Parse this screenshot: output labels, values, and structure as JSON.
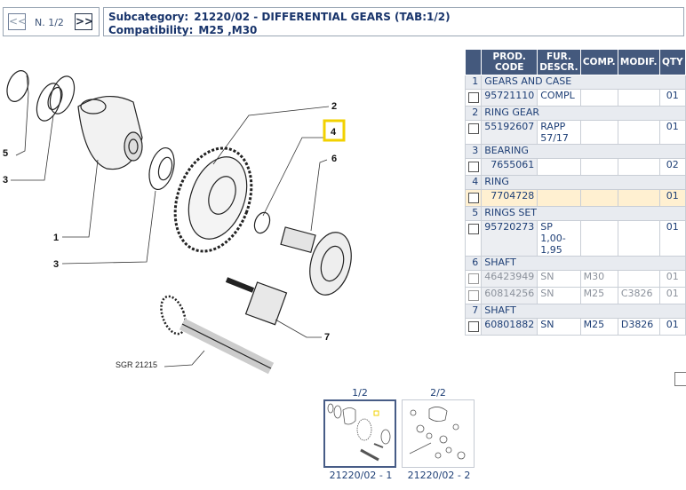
{
  "nav": {
    "prev_label": "<<",
    "next_label": ">>",
    "page_indicator": "N. 1/2"
  },
  "header": {
    "subcategory_label": "Subcategory:",
    "subcategory_value": "21220/02 - DIFFERENTIAL GEARS (TAB:1/2)",
    "compat_label": "Compatibility:",
    "compat_value": "M25 ,M30"
  },
  "diagram": {
    "callouts": [
      "2",
      "4",
      "6",
      "5",
      "3",
      "1",
      "3",
      "7"
    ],
    "caption": "SGR 21215"
  },
  "table": {
    "headers": [
      "PROD. CODE",
      "FUR. DESCR.",
      "COMP.",
      "MODIF.",
      "QTY"
    ],
    "groups": [
      {
        "num": "1",
        "name": "GEARS AND CASE",
        "rows": [
          {
            "code": "95721110",
            "descr": "COMPL",
            "comp": "",
            "modif": "",
            "qty": "01",
            "dim": false,
            "selected": false
          }
        ]
      },
      {
        "num": "2",
        "name": "RING GEAR",
        "rows": [
          {
            "code": "55192607",
            "descr": "RAPP 57/17",
            "comp": "",
            "modif": "",
            "qty": "01",
            "dim": false,
            "selected": false
          }
        ]
      },
      {
        "num": "3",
        "name": "BEARING",
        "rows": [
          {
            "code": "7655061",
            "descr": "",
            "comp": "",
            "modif": "",
            "qty": "02",
            "dim": false,
            "selected": false
          }
        ]
      },
      {
        "num": "4",
        "name": "RING",
        "rows": [
          {
            "code": "7704728",
            "descr": "",
            "comp": "",
            "modif": "",
            "qty": "01",
            "dim": false,
            "selected": true
          }
        ]
      },
      {
        "num": "5",
        "name": "RINGS SET",
        "rows": [
          {
            "code": "95720273",
            "descr": "SP 1,00- 1,95",
            "comp": "",
            "modif": "",
            "qty": "01",
            "dim": false,
            "selected": false
          }
        ]
      },
      {
        "num": "6",
        "name": "SHAFT",
        "rows": [
          {
            "code": "46423949",
            "descr": "SN",
            "comp": "M30",
            "modif": "",
            "qty": "01",
            "dim": true,
            "selected": false
          },
          {
            "code": "60814256",
            "descr": "SN",
            "comp": "M25",
            "modif": "C3826",
            "qty": "01",
            "dim": true,
            "selected": false
          }
        ]
      },
      {
        "num": "7",
        "name": "SHAFT",
        "rows": [
          {
            "code": "60801882",
            "descr": "SN",
            "comp": "M25",
            "modif": "D3826",
            "qty": "01",
            "dim": false,
            "selected": false
          }
        ]
      }
    ]
  },
  "thumbnails": [
    {
      "page": "1/2",
      "caption": "21220/02 - 1",
      "active": true
    },
    {
      "page": "2/2",
      "caption": "21220/02 - 2",
      "active": false
    }
  ],
  "colors": {
    "header_bg": "#44597d",
    "selected_row": "#fff0d1",
    "highlight_callout": "#f2d100",
    "text_blue": "#1d3e75"
  }
}
